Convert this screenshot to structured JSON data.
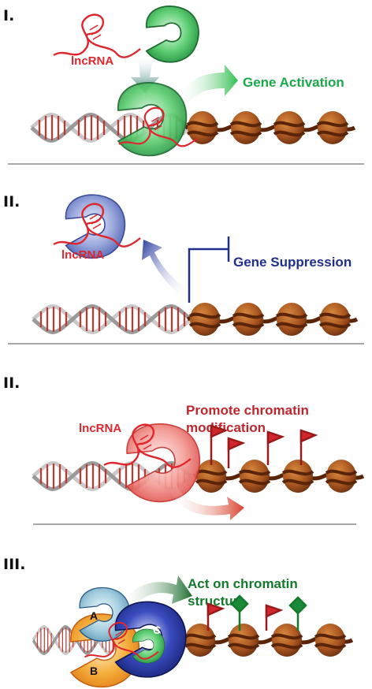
{
  "panels": [
    {
      "number": "I.",
      "labels": {
        "rna": "lncRNA",
        "effect": "Gene Activation"
      },
      "colors": {
        "effect": "#1aa84a",
        "rna": "#e0262d",
        "protein": "#3cb45a"
      }
    },
    {
      "number": "II.",
      "labels": {
        "rna": "lncRNA",
        "effect": "Gene Suppression"
      },
      "colors": {
        "effect": "#1f2f8a",
        "rna": "#e0262d",
        "protein": "#6f86c8"
      }
    },
    {
      "number": "II.",
      "labels": {
        "rna": "lncRNA",
        "effect_line1": "Promote chromatin",
        "effect_line2": "modification"
      },
      "colors": {
        "effect": "#c0262d",
        "rna": "#e0262d",
        "protein": "#ee6b6b"
      }
    },
    {
      "number": "III.",
      "labels": {
        "effect_line1": "Act on chromatin",
        "effect_line2": "structure",
        "complex_a": "A",
        "complex_b": "B",
        "complex_c": "C"
      },
      "colors": {
        "effect": "#137a2b",
        "rna": "#e0262d"
      }
    }
  ],
  "icons": [
    "dna-helix-icon",
    "nucleosome-icon",
    "histone-flag-icon",
    "arrow-icon",
    "inhibition-bar-icon"
  ]
}
